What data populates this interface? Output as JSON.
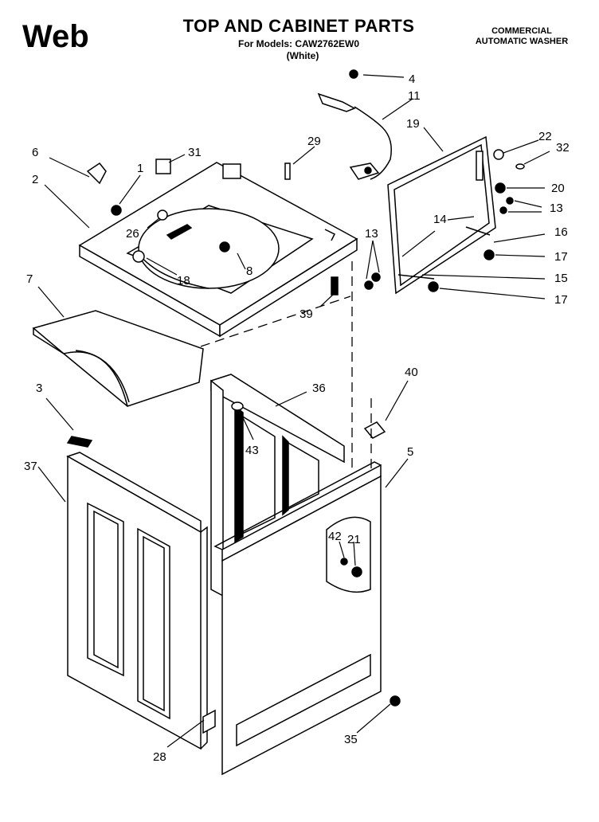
{
  "header": {
    "logo_text": "Web",
    "title": "TOP AND CABINET PARTS",
    "models_line": "For Models: CAW2762EW0",
    "color_line": "(White)",
    "appliance_line1": "COMMERCIAL",
    "appliance_line2": "AUTOMATIC WASHER"
  },
  "callouts": {
    "c1": "1",
    "c2": "2",
    "c3": "3",
    "c4": "4",
    "c5": "5",
    "c6": "6",
    "c7": "7",
    "c8": "8",
    "c11": "11",
    "c13a": "13",
    "c13b": "13",
    "c14": "14",
    "c15": "15",
    "c16": "16",
    "c17a": "17",
    "c17b": "17",
    "c18": "18",
    "c19": "19",
    "c20": "20",
    "c21": "21",
    "c22": "22",
    "c26": "26",
    "c28": "28",
    "c29": "29",
    "c31": "31",
    "c32": "32",
    "c35": "35",
    "c36": "36",
    "c37": "37",
    "c39": "39",
    "c40": "40",
    "c42": "42",
    "c43": "43"
  }
}
